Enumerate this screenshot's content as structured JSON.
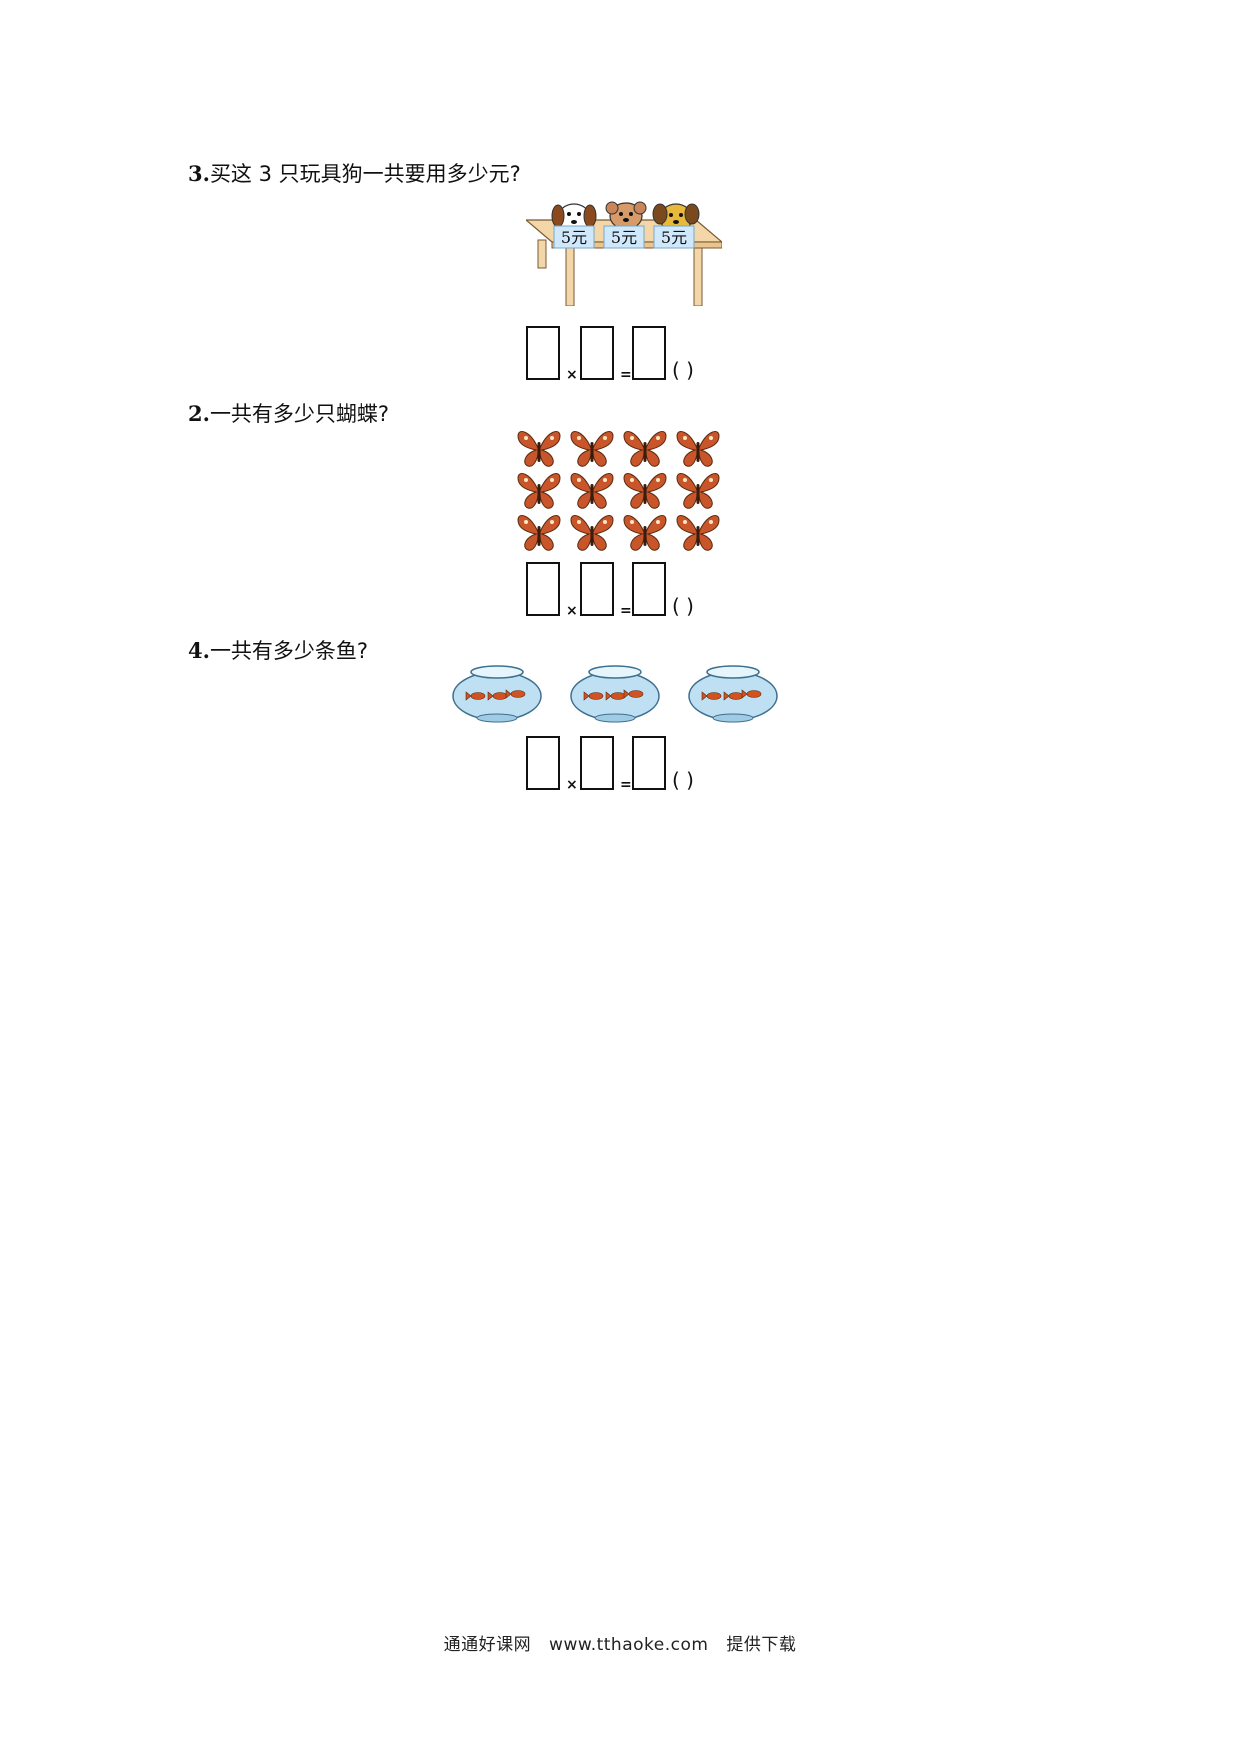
{
  "questions": [
    {
      "number": "3.",
      "text": "买这 3 只玩具狗一共要用多少元?",
      "price_tags": [
        "5元",
        "5元",
        "5元"
      ],
      "equation": {
        "times": "×",
        "equals": "=",
        "paren": "(    )"
      }
    },
    {
      "number": "2.",
      "text": "一共有多少只蝴蝶?",
      "butterfly_rows": 3,
      "butterfly_cols": 4,
      "equation": {
        "times": "×",
        "equals": "=",
        "paren": "(    )"
      }
    },
    {
      "number": "4.",
      "text": "一共有多少条鱼?",
      "bowls": 3,
      "fish_per_bowl": 3,
      "equation": {
        "times": "×",
        "equals": "=",
        "paren": "(    )"
      }
    }
  ],
  "footer": {
    "site_name": "通通好课网",
    "url": "www.tthaoke.com",
    "suffix": "提供下载"
  },
  "colors": {
    "butterfly": "#c9552a",
    "bowl_water": "#bfe0f2",
    "table": "#f3d7a8",
    "price_tag": "#cfe8fb"
  }
}
